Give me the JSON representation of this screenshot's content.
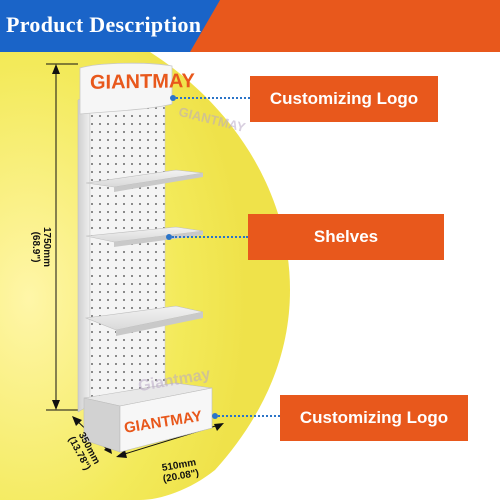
{
  "header": {
    "title": "Product Description"
  },
  "callouts": [
    {
      "label": "Customizing Logo"
    },
    {
      "label": "Shelves"
    },
    {
      "label": "Customizing Logo"
    }
  ],
  "product": {
    "top_logo": "GIANTMAY",
    "base_logo": "GIANTMAY",
    "watermark_top": "GIANTMAY",
    "watermark_base": "Giantmay"
  },
  "dimensions": {
    "height": {
      "mm": "1750mm",
      "in": "(68.9\")"
    },
    "depth": {
      "mm": "350mm",
      "in": "(13.78\")"
    },
    "width": {
      "mm": "510mm",
      "in": "(20.08\")"
    }
  },
  "colors": {
    "header_blue": "#1a64c8",
    "accent_orange": "#e8581c",
    "background_yellow": "#f3ea5a",
    "leader_blue": "#2b74c8"
  }
}
